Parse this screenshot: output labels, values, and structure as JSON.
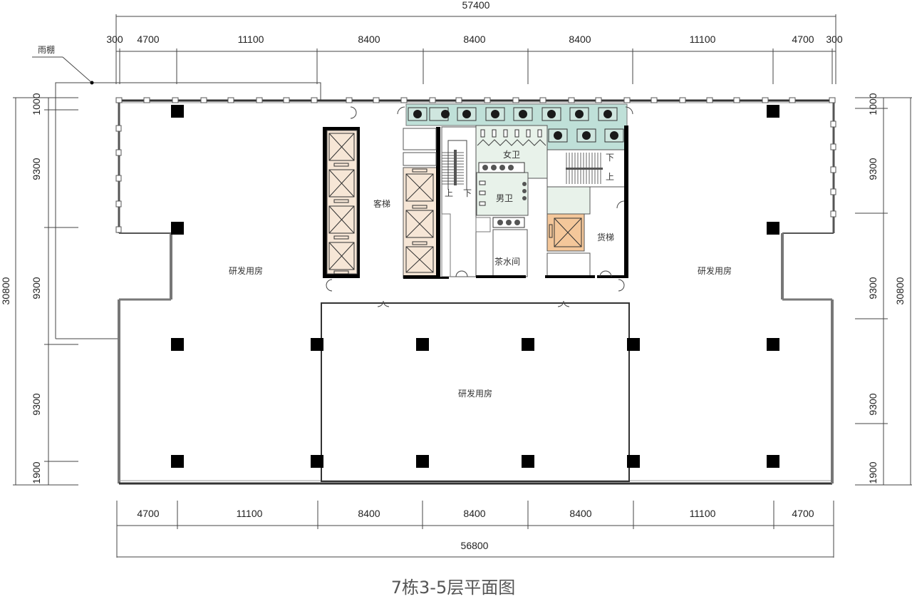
{
  "drawing": {
    "title": "7栋3-5层平面图",
    "canopy_label": "雨棚"
  },
  "dimensions": {
    "top_total": "57400",
    "top_segments": [
      "300",
      "4700",
      "11100",
      "8400",
      "8400",
      "8400",
      "11100",
      "4700",
      "300"
    ],
    "bottom_total": "56800",
    "bottom_segments": [
      "4700",
      "11100",
      "8400",
      "8400",
      "8400",
      "11100",
      "4700"
    ],
    "left_total": "30800",
    "left_segments": [
      "1000",
      "9300",
      "9300",
      "9300",
      "1900"
    ],
    "right_total": "30800",
    "right_segments": [
      "1000",
      "9300",
      "9300",
      "9300",
      "1900"
    ]
  },
  "rooms": {
    "rd_left": "研发用房",
    "rd_center": "研发用房",
    "rd_right": "研发用房",
    "passenger_elevator": "客梯",
    "freight_elevator": "货梯",
    "womens_restroom": "女卫",
    "mens_restroom": "男卫",
    "tea_room": "茶水间",
    "stair_up": "上",
    "stair_down": "下"
  },
  "colors": {
    "elevator_fill": "#f6e6d6",
    "freight_elevator_fill": "#f4c79a",
    "ac_zone_fill": "#bfe0d8",
    "restroom_fill": "#e8f2ea",
    "column": "#000000"
  }
}
